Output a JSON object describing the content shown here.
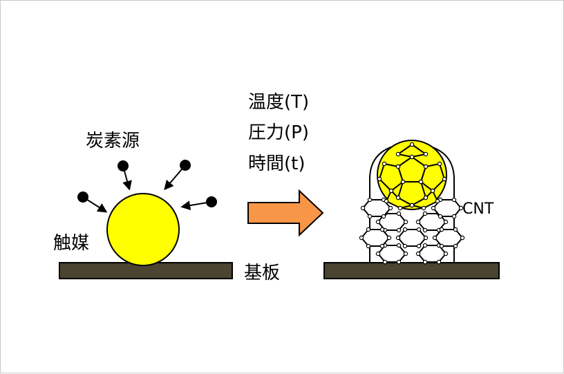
{
  "labels": {
    "carbon_source": "炭素源",
    "catalyst": "触媒",
    "substrate": "基板",
    "cnt": "CNT",
    "conditions": [
      "温度(T)",
      "圧力(P)",
      "時間(t)"
    ]
  },
  "colors": {
    "catalyst_fill": "#ffff00",
    "substrate_fill": "#4a4430",
    "arrow_fill": "#f79646",
    "stroke": "#000000"
  }
}
